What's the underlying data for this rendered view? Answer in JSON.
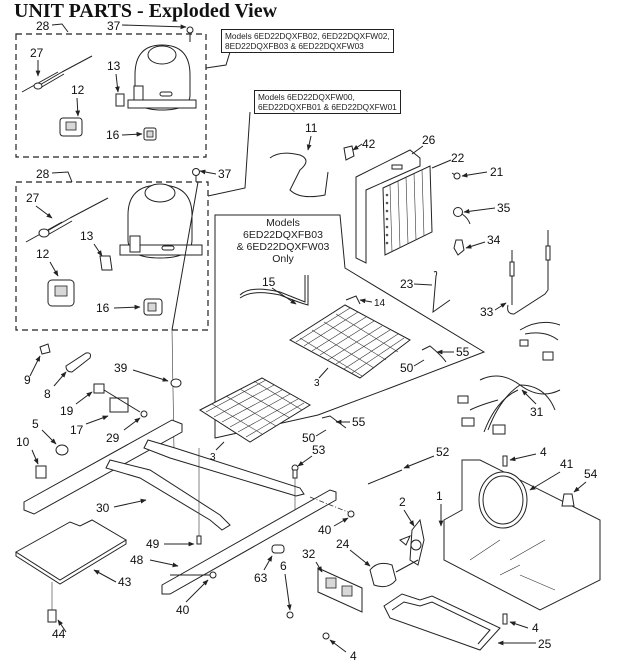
{
  "title": "UNIT PARTS - Exploded View",
  "notes": {
    "compressor_models_a": [
      "Models 6ED22DQXFB02, 6ED22DQXFW02,",
      "8ED22DQXFB03 & 6ED22DQXFW03"
    ],
    "compressor_models_b": [
      "Models 6ED22DQXFW00,",
      "6ED22DQXFB01 & 6ED22DQXFW01"
    ],
    "evaporator_models": [
      "Models",
      "6ED22DQXFB03",
      "& 6ED22DQXFW03",
      "Only"
    ]
  },
  "part_labels": {
    "p28a": "28",
    "p37a": "37",
    "p27a": "27",
    "p13a": "13",
    "p12a": "12",
    "p16a": "16",
    "p28b": "28",
    "p37b": "37",
    "p27b": "27",
    "p13b": "13",
    "p12b": "12",
    "p16b": "16",
    "p11": "11",
    "p42": "42",
    "p26": "26",
    "p22": "22",
    "p21": "21",
    "p35": "35",
    "p34": "34",
    "p23": "23",
    "p33": "33",
    "p15": "15",
    "p14": "14",
    "p3a": "3",
    "p55a": "55",
    "p50a": "50",
    "p9": "9",
    "p8": "8",
    "p39": "39",
    "p19": "19",
    "p17": "17",
    "p29": "29",
    "p5": "5",
    "p10": "10",
    "p3b": "3",
    "p55b": "55",
    "p50b": "50",
    "p31": "31",
    "p53": "53",
    "p52": "52",
    "p4a": "4",
    "p41": "41",
    "p54": "54",
    "p30": "30",
    "p1": "1",
    "p2": "2",
    "p40a": "40",
    "p49": "49",
    "p24": "24",
    "p48": "48",
    "p32": "32",
    "p63": "63",
    "p6": "6",
    "p43": "43",
    "p40b": "40",
    "p4b": "4",
    "p25": "25",
    "p44": "44",
    "p4c": "4"
  }
}
